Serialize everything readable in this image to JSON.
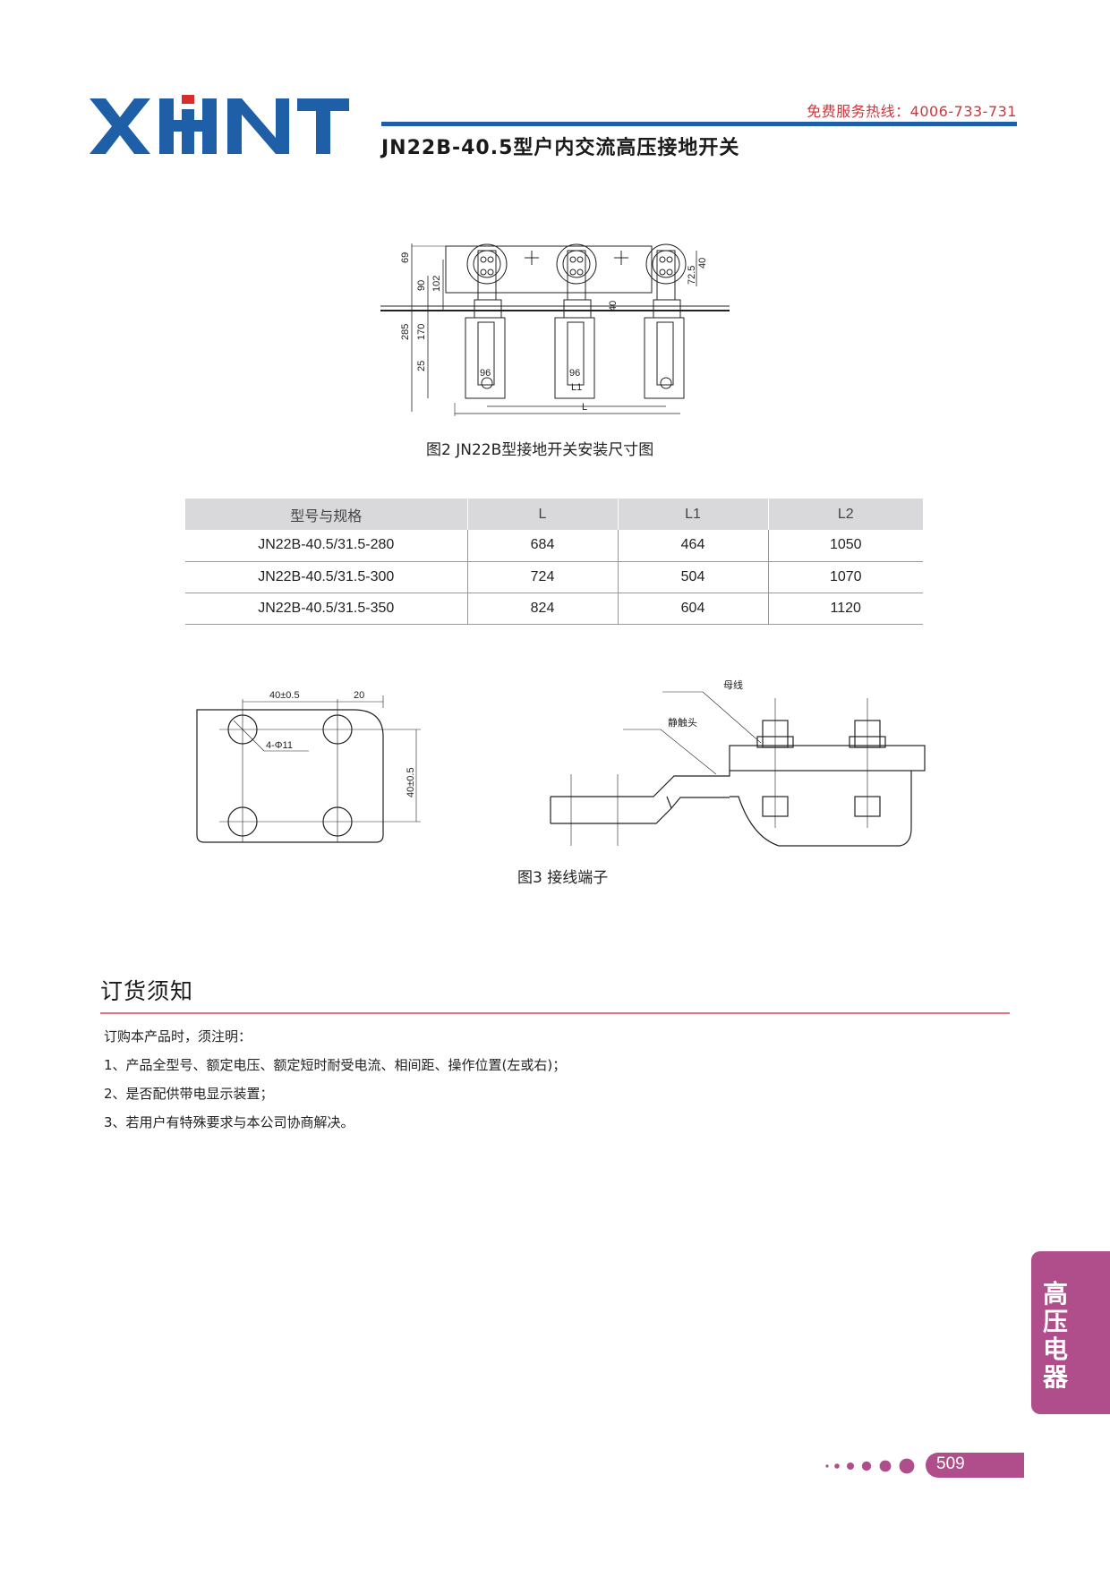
{
  "header": {
    "logo_text": "XHNT",
    "hotline": "免费服务热线：4006-733-731",
    "title": "JN22B-40.5型户内交流高压接地开关"
  },
  "figure2": {
    "caption": "图2 JN22B型接地开关安装尺寸图",
    "dim_labels": [
      "69",
      "90",
      "102",
      "72.5",
      "40",
      "40",
      "285",
      "170",
      "25",
      "96",
      "96",
      "L1",
      "L"
    ]
  },
  "spec_table": {
    "headers": [
      "型号与规格",
      "L",
      "L1",
      "L2"
    ],
    "rows": [
      [
        "JN22B-40.5/31.5-280",
        "684",
        "464",
        "1050"
      ],
      [
        "JN22B-40.5/31.5-300",
        "724",
        "504",
        "1070"
      ],
      [
        "JN22B-40.5/31.5-350",
        "824",
        "604",
        "1120"
      ]
    ]
  },
  "figure3": {
    "caption": "图3 接线端子",
    "plate_labels": {
      "width_dim": "40±0.5",
      "edge_dim": "20",
      "hole_label": "4-Φ11",
      "height_dim": "40±0.5"
    },
    "side_labels": {
      "busbar": "母线",
      "static_contact": "静触头"
    }
  },
  "ordering": {
    "title": "订货须知",
    "intro": "订购本产品时，须注明：",
    "items": [
      "1、产品全型号、额定电压、额定短时耐受电流、相间距、操作位置(左或右)；",
      "2、是否配供带电显示装置；",
      "3、若用户有特殊要求与本公司协商解决。"
    ]
  },
  "side_tab": {
    "label": "高压电器"
  },
  "footer": {
    "page_number": "509"
  },
  "colors": {
    "brand_blue": "#1f5fa8",
    "logo_red": "#d62d2d",
    "accent_pink": "#b04e8c",
    "rule_red": "#e0757a",
    "hotline_red": "#c8383c"
  }
}
